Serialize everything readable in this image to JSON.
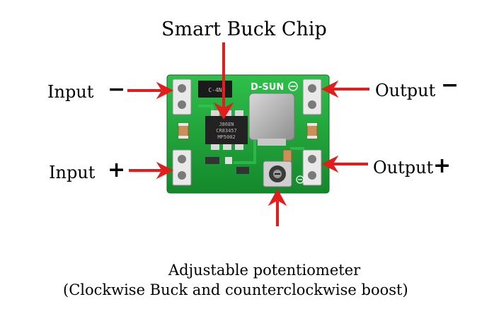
{
  "labels": {
    "title": "Smart Buck Chip",
    "input_minus": "Input",
    "input_plus": "Input",
    "output_minus": "Output",
    "output_plus": "Output",
    "minus_symbol": "−",
    "plus_symbol": "+",
    "caption_line1": "Adjustable potentiometer",
    "caption_line2": "(Clockwise Buck and counterclockwise boost)"
  },
  "board": {
    "brand": "D-SUN",
    "chip_lines": [
      "J86EN",
      "CR83457",
      "MP5002"
    ],
    "small_chip_text": "C-4N"
  },
  "colors": {
    "pcb": "#1fa23a",
    "arrow": "#e31c1c"
  }
}
